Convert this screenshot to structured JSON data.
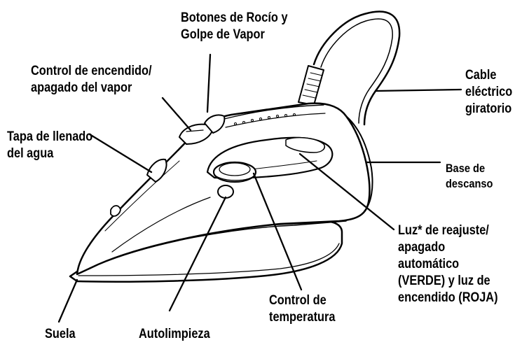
{
  "labels": {
    "spray_buttons": "Botones de Rocío y\nGolpe de Vapor",
    "steam_control": "Control de encendido/\napagado del vapor",
    "fill_cap": "Tapa de llenado\ndel agua",
    "cord": "Cable\neléctrico\ngiratorio",
    "heel_rest": "Base de\ndescanso",
    "auto_off_light": "Luz* de reajuste/\napagado\nautomático\n(VERDE) y luz de\nencendido (ROJA)",
    "temperature_control": "Control de\ntemperatura",
    "soleplate": "Suela",
    "self_clean": "Autolimpieza"
  }
}
